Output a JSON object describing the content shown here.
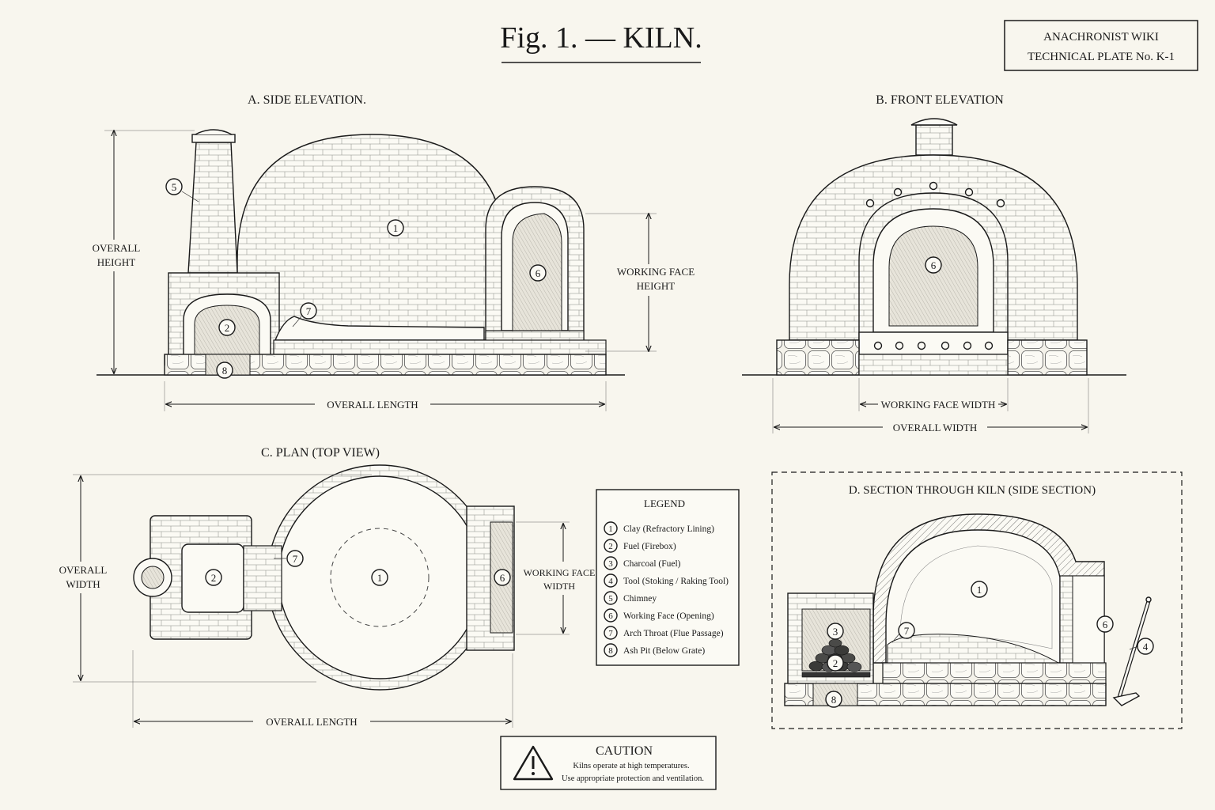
{
  "title": "Fig. 1. — KILN.",
  "badge": {
    "line1": "ANACHRONIST WIKI",
    "line2": "TECHNICAL PLATE No. K-1"
  },
  "views": {
    "side": "A.  SIDE  ELEVATION.",
    "front": "B.  FRONT  ELEVATION",
    "plan": "C.  PLAN  (TOP VIEW)",
    "section": "D.  SECTION  THROUGH  KILN  (SIDE SECTION)"
  },
  "dimensions": {
    "overall_height": [
      "OVERALL",
      "HEIGHT"
    ],
    "working_face_height": [
      "WORKING FACE",
      "HEIGHT"
    ],
    "overall_length": "OVERALL  LENGTH",
    "working_face_width": "WORKING FACE WIDTH",
    "overall_width": "OVERALL  WIDTH",
    "plan_overall_width": [
      "OVERALL",
      "WIDTH"
    ],
    "plan_working_face_width": [
      "WORKING FACE",
      "WIDTH"
    ],
    "plan_overall_length": "OVERALL  LENGTH"
  },
  "callouts": [
    "1",
    "2",
    "3",
    "4",
    "5",
    "6",
    "7",
    "8"
  ],
  "legend": {
    "title": "LEGEND",
    "items": [
      {
        "num": "1",
        "label": "Clay (Refractory Lining)"
      },
      {
        "num": "2",
        "label": "Fuel (Firebox)"
      },
      {
        "num": "3",
        "label": "Charcoal (Fuel)"
      },
      {
        "num": "4",
        "label": "Tool (Stoking / Raking Tool)"
      },
      {
        "num": "5",
        "label": "Chimney"
      },
      {
        "num": "6",
        "label": "Working Face (Opening)"
      },
      {
        "num": "7",
        "label": "Arch Throat (Flue Passage)"
      },
      {
        "num": "8",
        "label": "Ash Pit (Below Grate)"
      }
    ]
  },
  "caution": {
    "title": "CAUTION",
    "line1": "Kilns operate at high temperatures.",
    "line2": "Use appropriate protection and ventilation."
  },
  "colors": {
    "paper": "#f8f6ee",
    "ink": "#1a1a1a"
  },
  "icons": [
    "warning-triangle-icon"
  ]
}
